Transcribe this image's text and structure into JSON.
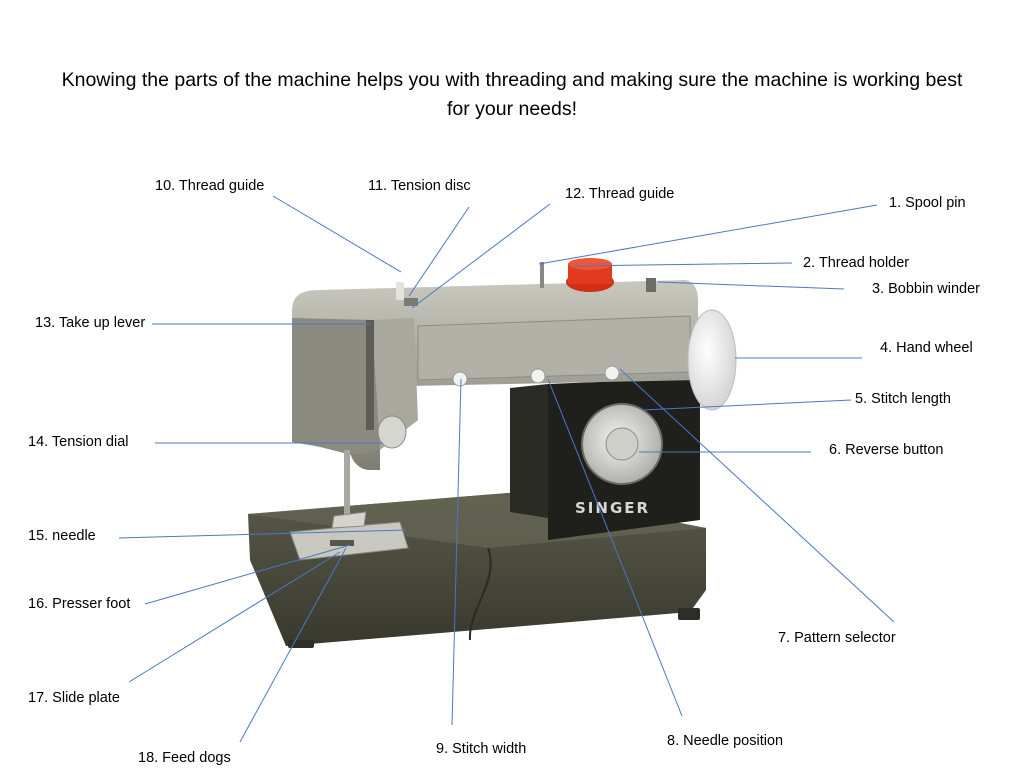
{
  "title": "Knowing the parts of the machine helps you with threading and making sure the machine is working best for your needs!",
  "machine": {
    "brand": "SINGER"
  },
  "colors": {
    "leader_line": "#4a78c4",
    "body_silver": "#9c9b90",
    "base_dark": "#4b4b3e",
    "spool_red": "#e23a1e"
  },
  "parts": [
    {
      "id": "p1",
      "label": "1.  Spool pin"
    },
    {
      "id": "p2",
      "label": "2.  Thread holder"
    },
    {
      "id": "p3",
      "label": "3.  Bobbin winder"
    },
    {
      "id": "p4",
      "label": "4.  Hand wheel"
    },
    {
      "id": "p5",
      "label": "5.  Stitch length"
    },
    {
      "id": "p6",
      "label": "6.  Reverse button"
    },
    {
      "id": "p7",
      "label": "7.  Pattern selector"
    },
    {
      "id": "p8",
      "label": "8.  Needle position"
    },
    {
      "id": "p9",
      "label": "9.  Stitch width"
    },
    {
      "id": "p10",
      "label": "10.  Thread guide"
    },
    {
      "id": "p11",
      "label": "11.  Tension disc"
    },
    {
      "id": "p12",
      "label": "12.  Thread guide"
    },
    {
      "id": "p13",
      "label": "13. Take up lever"
    },
    {
      "id": "p14",
      "label": "14.  Tension dial"
    },
    {
      "id": "p15",
      "label": "15.  needle"
    },
    {
      "id": "p16",
      "label": "16.  Presser foot"
    },
    {
      "id": "p17",
      "label": "17.  Slide plate"
    },
    {
      "id": "p18",
      "label": "18.  Feed dogs"
    }
  ]
}
